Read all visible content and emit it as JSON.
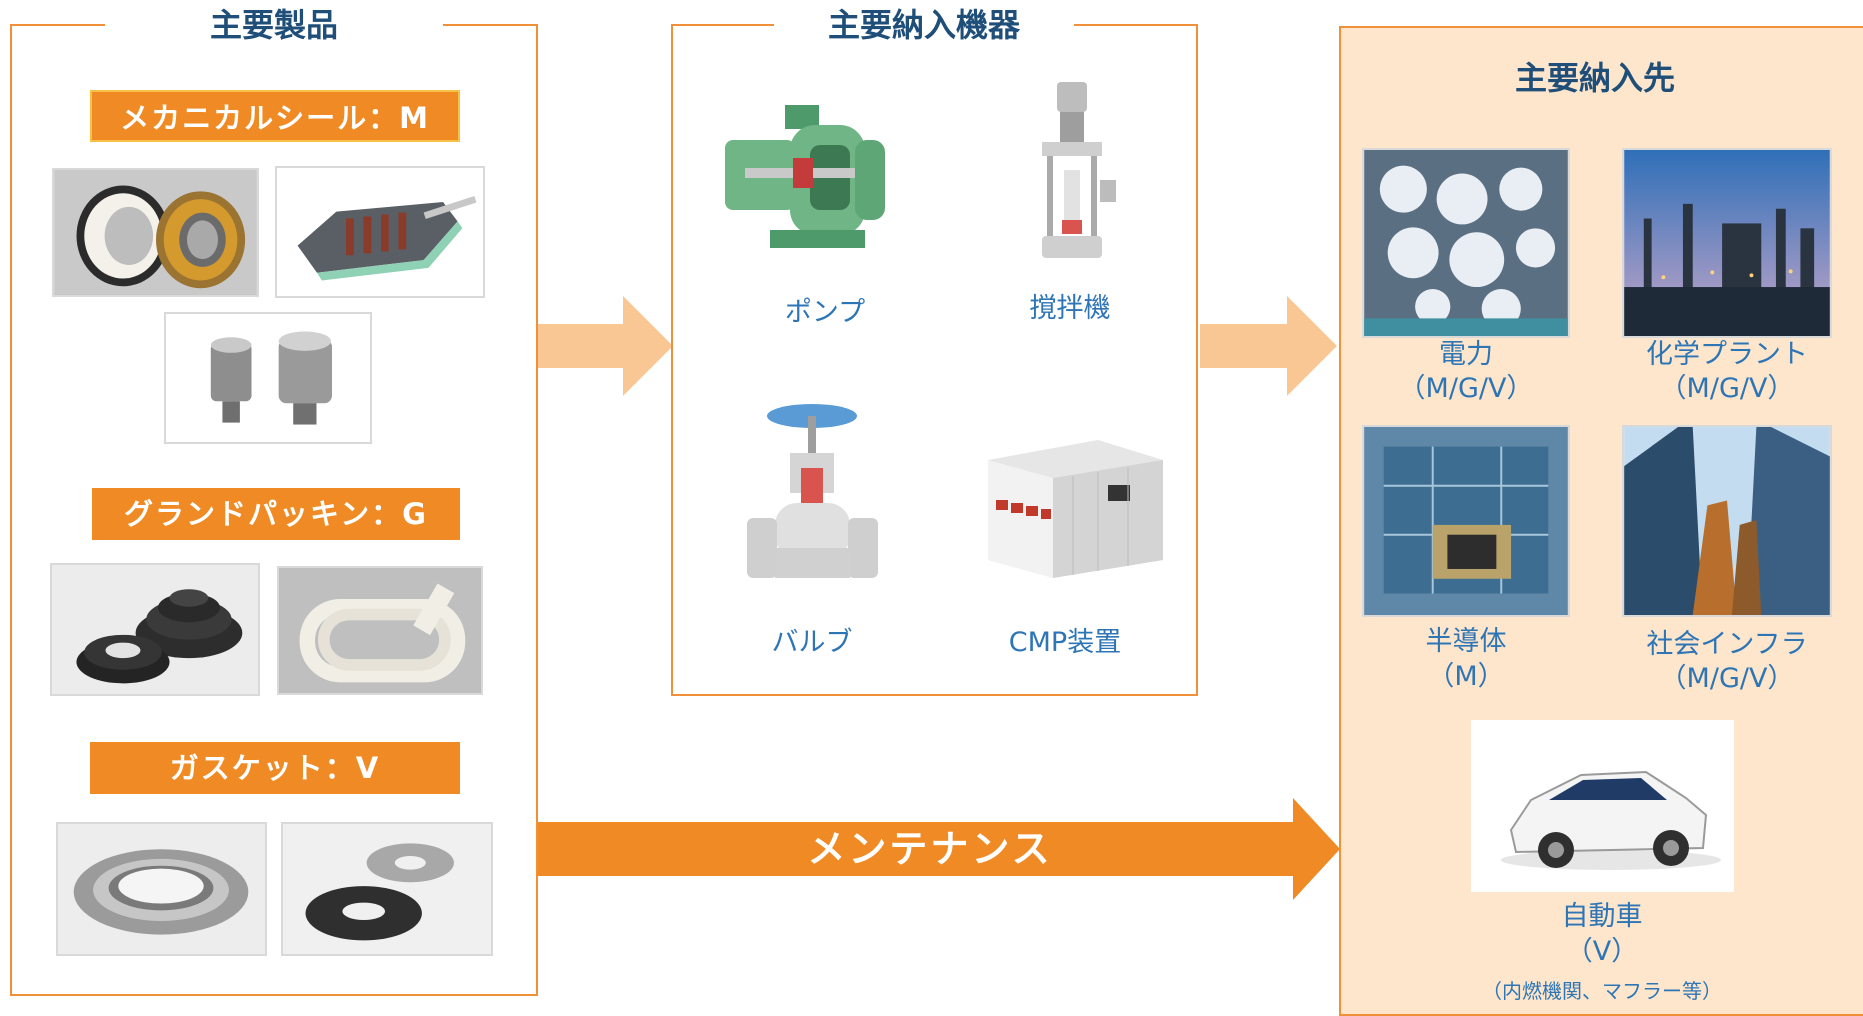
{
  "products_panel": {
    "title": "主要製品",
    "categories": [
      {
        "label": "メカニカルシール：M"
      },
      {
        "label": "グランドパッキン：G"
      },
      {
        "label": "ガスケット：V"
      }
    ]
  },
  "equipment_panel": {
    "title": "主要納入機器",
    "devices": [
      {
        "label": "ポンプ"
      },
      {
        "label": "撹拌機"
      },
      {
        "label": "バルブ"
      },
      {
        "label": "CMP装置"
      }
    ]
  },
  "destinations_panel": {
    "title": "主要納入先",
    "items": [
      {
        "name": "電力",
        "codes": "（M/G/V）"
      },
      {
        "name": "化学プラント",
        "codes": "（M/G/V）"
      },
      {
        "name": "半導体",
        "codes": "（M）"
      },
      {
        "name": "社会インフラ",
        "codes": "（M/G/V）"
      },
      {
        "name": "自動車",
        "codes": "（V）",
        "note": "（内燃機関、マフラー等）"
      }
    ]
  },
  "arrows": {
    "maintenance_label": "メンテナンス"
  },
  "colors": {
    "accent_orange": "#f08a24",
    "light_arrow": "#f9c794",
    "title_navy": "#1f4e79",
    "label_blue": "#2e75b6",
    "dest_bg": "#fde6cc"
  }
}
